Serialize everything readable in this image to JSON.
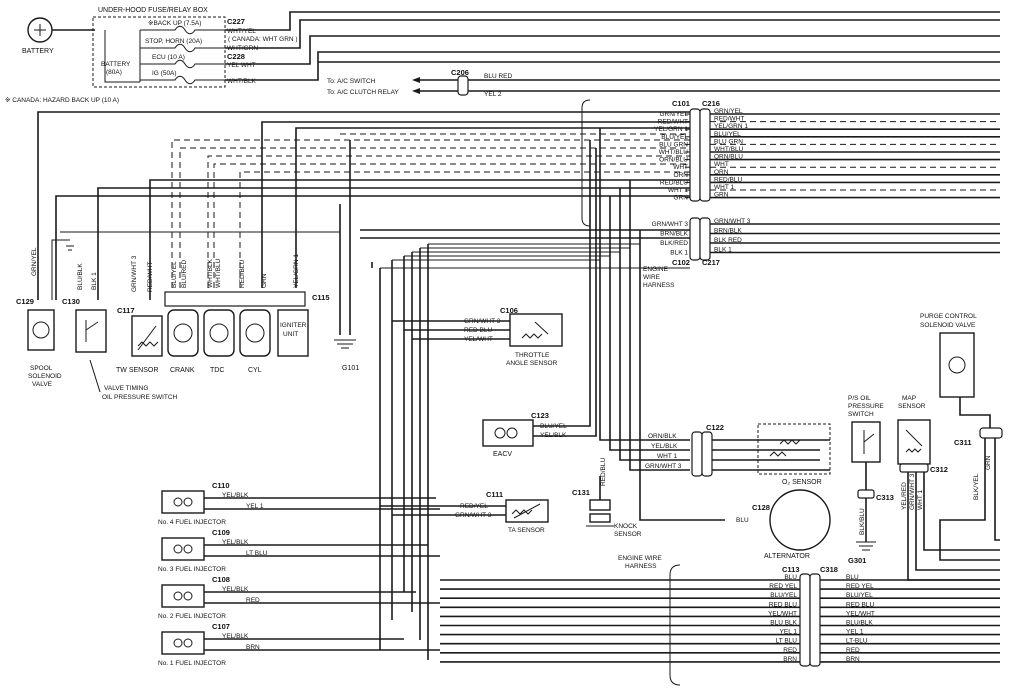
{
  "fuse_box": {
    "title": "UNDER-HOOD FUSE/RELAY BOX",
    "backup": "※BACK UP (7.5A)",
    "stop_horn": "STOP, HORN (20A)",
    "ecu": "ECU (10 A)",
    "ig": "IG (50A)",
    "battery": "BATTERY",
    "battery_amp": "(80A)",
    "note": "※ CANADA: HAZARD BACK UP  (10 A)"
  },
  "battery_label": "BATTERY",
  "c227": {
    "id": "C227",
    "w1": "WHT/YEL",
    "w1b": "( CANADA: WHT GRN )",
    "w2": "WHT/GRN"
  },
  "c228": {
    "id": "C228",
    "w1": "YEL WHT",
    "w2": "WHT/BLK"
  },
  "c206": {
    "id": "C206",
    "ac_switch": "To: A/C SWITCH",
    "ac_clutch": "To: A/C CLUTCH RELAY",
    "w1": "BLU RED",
    "w2": "YEL 2"
  },
  "c101": {
    "id": "C101",
    "c216": "C216",
    "left": [
      "GRN/YEL",
      "RED/WHT",
      "YEL/GRN 1",
      "BLU/YEL",
      "BLU GRN",
      "WHT/BLU",
      "ORN/BLU",
      "WHT",
      "ORN",
      "RED/BLU",
      "WHT 1",
      "GRN"
    ],
    "right": [
      "GRN/YEL",
      "RED/WHT",
      "YEL/GRN 1",
      "BLU/YEL",
      "BLU GRN",
      "WHT/BLU",
      "ORN/BLU",
      "WHT",
      "ORN",
      "RED/BLU",
      "WHT 1",
      "GRN"
    ]
  },
  "c102": {
    "id": "C102",
    "c217": "C217",
    "left": [
      "GRN/WHT 3",
      "BRN/BLK",
      "BLK/RED",
      "BLK 1"
    ],
    "right": [
      "GRN/WHT 3",
      "BRN/BLK",
      "BLK RED",
      "BLK 1"
    ]
  },
  "engine_harness_1": [
    "ENGINE",
    "WIRE",
    "HARNESS"
  ],
  "engine_harness_2": [
    "ENGINE WIRE",
    "HARNESS"
  ],
  "c115": {
    "id": "C115",
    "wires": [
      "BLU/YEL",
      "BLU/RED",
      "WHT/BLK",
      "WHT/BLU",
      "RED/BLU",
      "GRN",
      "YEL/GRN 1"
    ]
  },
  "c129": {
    "id": "C129",
    "wire": "GRN/YEL",
    "name1": "SPOOL",
    "name2": "SOLENOID",
    "name3": "VALVE"
  },
  "c130": {
    "id": "C130",
    "w1": "BLU/BLK",
    "w2": "BLK 1",
    "name1": "VALVE TIMING",
    "name2": "OIL PRESSURE SWITCH"
  },
  "c117": {
    "id": "C117",
    "w1": "GRN/WHT 3",
    "w2": "RED/WHT",
    "name": "TW SENSOR"
  },
  "distributor": {
    "crank": "CRANK",
    "tdc": "TDC",
    "cyl": "CYL",
    "igniter1": "IGNITER",
    "igniter2": "UNIT"
  },
  "g101": "G101",
  "c106": {
    "id": "C106",
    "w1": "GRN/WHT 3",
    "w2": "RED BLU",
    "w3": "YEL/WHT",
    "name1": "THROTTLE",
    "name2": "ANGLE SENSOR"
  },
  "c123": {
    "id": "C123",
    "w1": "BLU/YEL",
    "w2": "YEL/BLK",
    "name": "EACV"
  },
  "c122": {
    "id": "C122",
    "left": [
      "ORN/BLK",
      "YEL/BLK",
      "WHT 1",
      "GRN/WHT 3"
    ],
    "name": "O₂ SENSOR"
  },
  "c131": {
    "id": "C131",
    "wire": "RED/BLU",
    "name1": "KNOCK",
    "name2": "SENSOR"
  },
  "c111": {
    "id": "C111",
    "w1": "RED/YEL",
    "w2": "GRN/WHT 3",
    "name": "TA SENSOR"
  },
  "c128": {
    "id": "C128",
    "wire": "BLU",
    "name": "ALTERNATOR"
  },
  "injectors": [
    {
      "id": "C110",
      "w1": "YEL/BLK",
      "w2": "YEL 1",
      "name": "No. 4 FUEL INJECTOR"
    },
    {
      "id": "C109",
      "w1": "YEL/BLK",
      "w2": "LT BLU",
      "name": "No. 3 FUEL INJECTOR"
    },
    {
      "id": "C108",
      "w1": "YEL/BLK",
      "w2": "RED",
      "name": "No. 2 FUEL INJECTOR"
    },
    {
      "id": "C107",
      "w1": "YEL/BLK",
      "w2": "BRN",
      "name": "No. 1 FUEL INJECTOR"
    }
  ],
  "c113": {
    "id": "C113",
    "c318": "C318",
    "left": [
      "BLU",
      "RED YEL",
      "BLU/YEL",
      "RED BLU",
      "YEL/WHT",
      "BLU BLK",
      "YEL 1",
      "LT BLU",
      "RED",
      "BRN"
    ],
    "right": [
      "BLU",
      "RED YEL",
      "BLU/YEL",
      "RED BLU",
      "YEL/WHT",
      "BLU/BLK",
      "YEL 1",
      "LT-BLU",
      "RED",
      "BRN"
    ]
  },
  "purge": {
    "name1": "PURGE CONTROL",
    "name2": "SOLENOID VALVE",
    "c311": "C311",
    "w1": "BLK/YEL",
    "w2": "GRN"
  },
  "ps_oil": {
    "name1": "P/S OIL",
    "name2": "PRESSURE",
    "name3": "SWITCH",
    "c313": "C313",
    "wire": "BLK/BLU",
    "g301": "G301"
  },
  "map_sensor": {
    "name1": "MAP",
    "name2": "SENSOR",
    "c312": "C312",
    "w1": "YEL/RED",
    "w2": "GRN/WHT 3",
    "w3": "WHT 1"
  }
}
